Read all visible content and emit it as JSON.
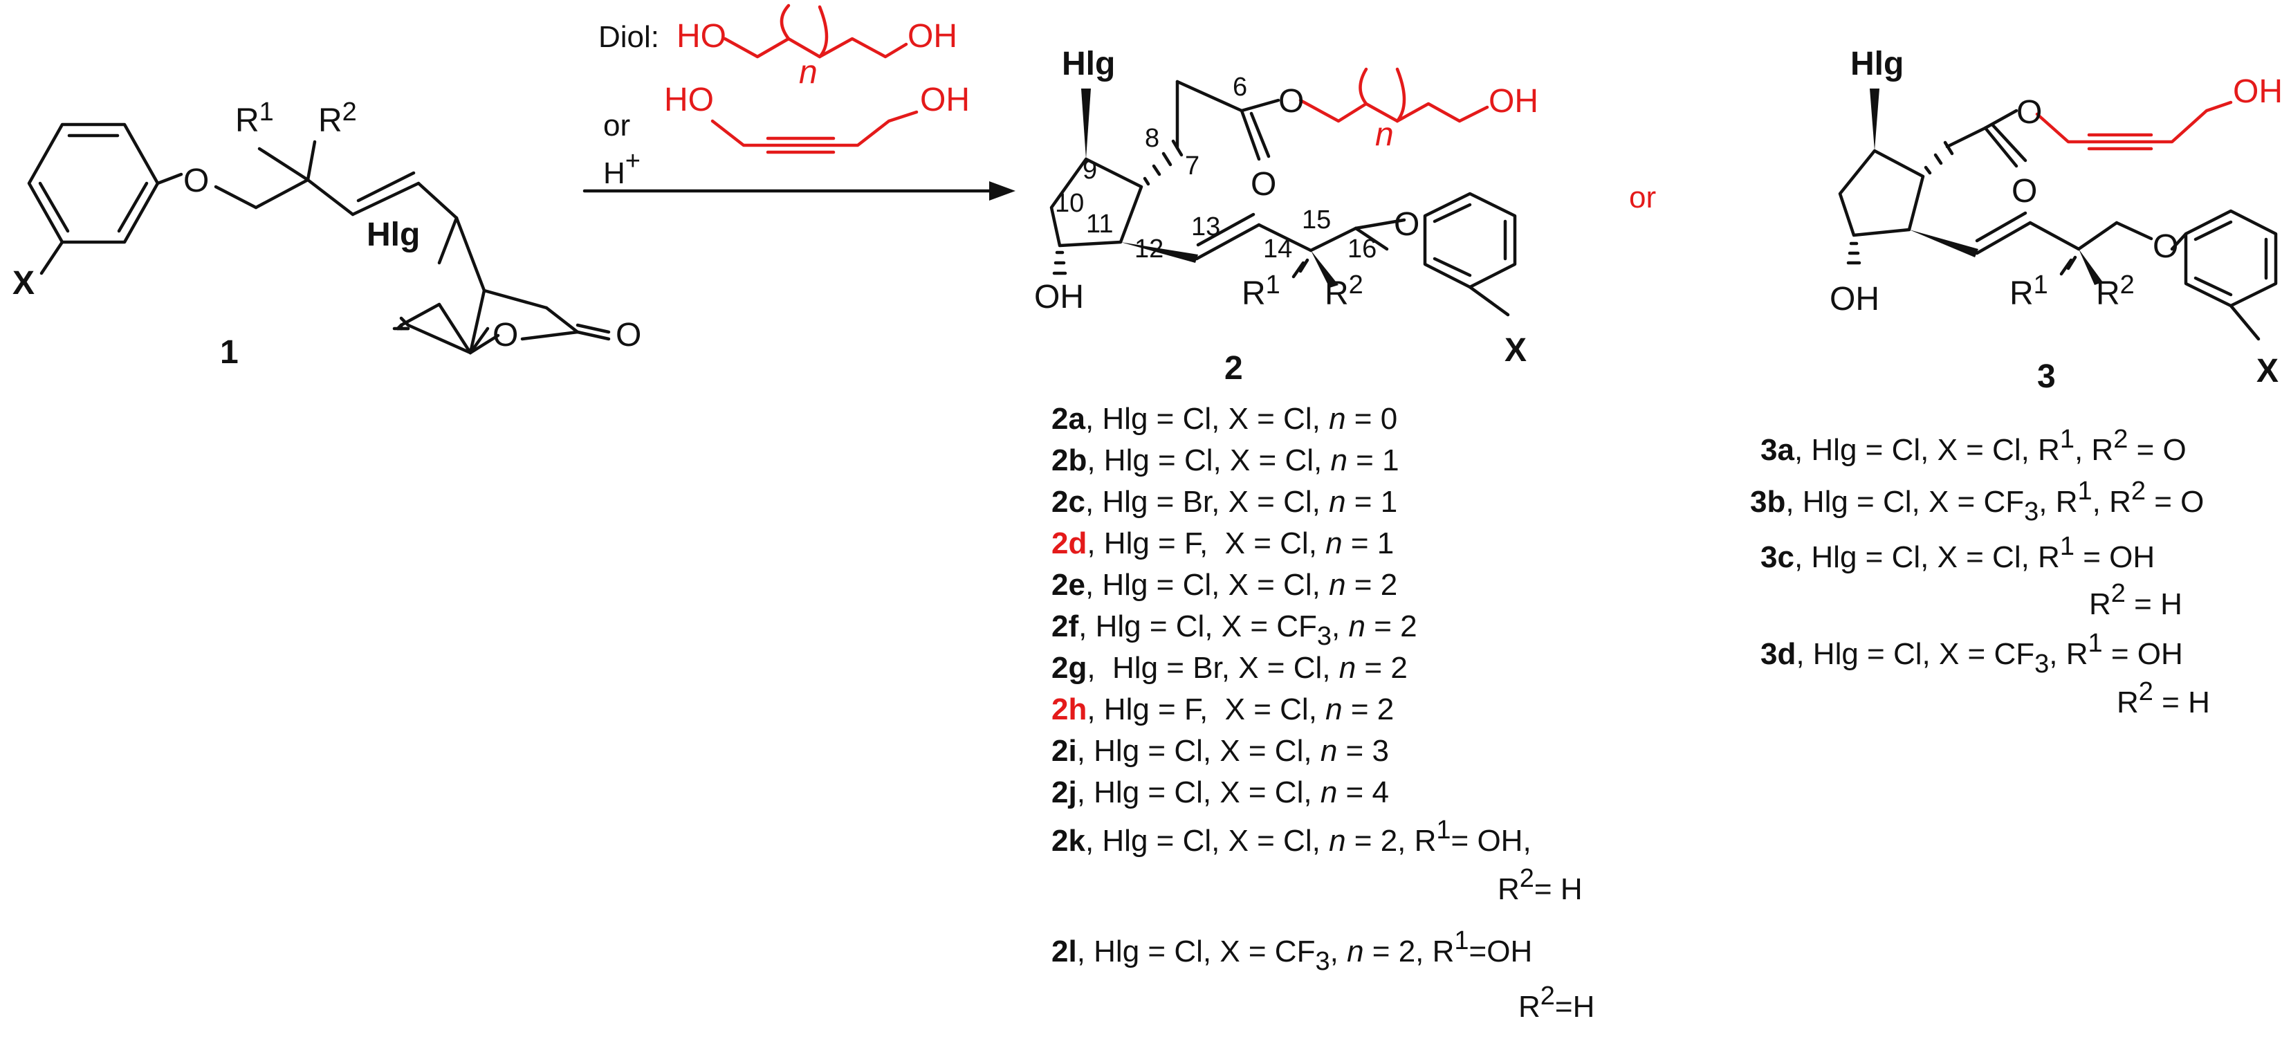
{
  "colors": {
    "accent": "#e41a1a",
    "ink": "#111111"
  },
  "reagents": {
    "diol_prefix": "Diol:",
    "ho": "HO",
    "oh": "OH",
    "n": "n",
    "or": "or",
    "acid": "H",
    "acid_sup": "+"
  },
  "compound1": {
    "label": "1",
    "x": "X",
    "hlg": "Hlg",
    "o": "O",
    "r": "R",
    "s1": "1",
    "s2": "2"
  },
  "compound2": {
    "label": "2",
    "atoms": {
      "hlg": "Hlg",
      "oh": "OH",
      "o": "O",
      "x": "X",
      "r": "R",
      "s1": "1",
      "s2": "2",
      "n": "n"
    },
    "numbers": [
      "6",
      "7",
      "8",
      "9",
      "10",
      "11",
      "12",
      "13",
      "14",
      "15",
      "16"
    ]
  },
  "or_text": "or",
  "compound3": {
    "label": "3",
    "atoms": {
      "hlg": "Hlg",
      "oh": "OH",
      "o": "O",
      "x": "X",
      "r": "R",
      "s1": "1",
      "s2": "2"
    }
  },
  "list2": [
    {
      "id": "2a",
      "rest": ", Hlg = Cl, X = Cl, ",
      "n": "n",
      "tail": " = 0",
      "highlight": false
    },
    {
      "id": "2b",
      "rest": ", Hlg = Cl, X = Cl, ",
      "n": "n",
      "tail": " = 1",
      "highlight": false
    },
    {
      "id": "2c",
      "rest": ", Hlg = Br, X = Cl, ",
      "n": "n",
      "tail": " = 1",
      "highlight": false
    },
    {
      "id": "2d",
      "rest": ", Hlg = F,  X = Cl, ",
      "n": "n",
      "tail": " = 1",
      "highlight": true
    },
    {
      "id": "2e",
      "rest": ", Hlg = Cl, X = Cl, ",
      "n": "n",
      "tail": " = 2",
      "highlight": false
    },
    {
      "id": "2f",
      "rest": ", Hlg = Cl, X = CF",
      "sub": "3",
      "rest2": ", ",
      "n": "n",
      "tail": " = 2",
      "highlight": false
    },
    {
      "id": "2g",
      "rest": ",  Hlg = Br, X = Cl, ",
      "n": "n",
      "tail": " = 2",
      "highlight": false
    },
    {
      "id": "2h",
      "rest": ", Hlg = F,  X = Cl, ",
      "n": "n",
      "tail": " = 2",
      "highlight": true
    },
    {
      "id": "2i",
      "rest": ", Hlg = Cl, X = Cl, ",
      "n": "n",
      "tail": " = 3",
      "highlight": false
    },
    {
      "id": "2j",
      "rest": ", Hlg = Cl, X = Cl, ",
      "n": "n",
      "tail": " = 4",
      "highlight": false
    },
    {
      "id": "2k",
      "rest": ", Hlg = Cl, X = Cl, ",
      "n": "n",
      "tail": " = 2, R",
      "sup": "1",
      "tail2": "= OH,",
      "cont": "R",
      "cont_sup": "2",
      "cont_tail": "=  H",
      "highlight": false
    },
    {
      "id": "2l",
      "rest": ", Hlg = Cl, X = CF",
      "sub": "3",
      "rest2": ", ",
      "n": "n",
      "tail": " = 2, R",
      "sup": "1",
      "tail2": "=OH",
      "cont": "R",
      "cont_sup": "2",
      "cont_tail": "=H",
      "highlight": false
    }
  ],
  "list3": [
    {
      "id": "3a",
      "rest": ", Hlg = Cl, X = Cl, R",
      "s1": "1",
      "mid": ", R",
      "s2": "2",
      "tail": " = O"
    },
    {
      "id": "3b",
      "rest": ", Hlg = Cl, X = CF",
      "sub": "3",
      "rest2": ", R",
      "s1": "1",
      "mid": ", R",
      "s2": "2",
      "tail": " = O"
    },
    {
      "id": "3c",
      "rest": ", Hlg = Cl, X = Cl, R",
      "s1": "1",
      "tail": " = OH",
      "cont": "R",
      "cont_sup": "2",
      "cont_tail": " = H"
    },
    {
      "id": "3d",
      "rest": ", Hlg = Cl, X = CF",
      "sub": "3",
      "rest2": ", R",
      "s1": "1",
      "tail": " = OH",
      "cont": "R",
      "cont_sup": "2",
      "cont_tail": " = H"
    }
  ]
}
